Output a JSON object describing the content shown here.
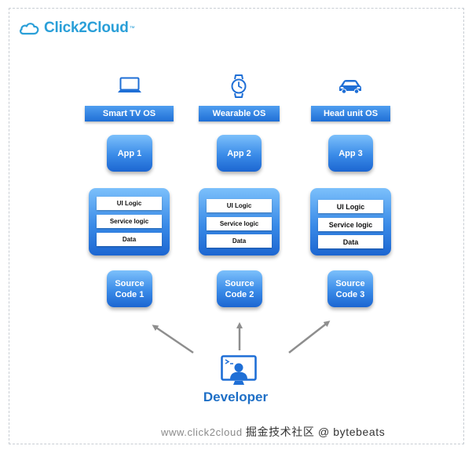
{
  "brand": {
    "name": "Click2Cloud",
    "tm": "™"
  },
  "columns": [
    {
      "os": "Smart TV OS",
      "device_icon": "laptop-icon",
      "app": "App 1",
      "layers": [
        "UI Logic",
        "Service logic",
        "Data"
      ],
      "source": [
        "Source",
        "Code 1"
      ]
    },
    {
      "os": "Wearable OS",
      "device_icon": "watch-icon",
      "app": "App 2",
      "layers": [
        "UI Logic",
        "Service logic",
        "Data"
      ],
      "source": [
        "Source",
        "Code 2"
      ]
    },
    {
      "os": "Head unit OS",
      "device_icon": "car-icon",
      "app": "App 3",
      "layers": [
        "UI Logic",
        "Service logic",
        "Data"
      ],
      "source": [
        "Source",
        "Code 3"
      ]
    }
  ],
  "developer": {
    "label": "Developer",
    "icon": "developer-monitor-icon"
  },
  "watermark": {
    "url": "www.click2cloud",
    "text": "掘金技术社区 @ bytebeats"
  },
  "colors": {
    "accent": "#2a9fd8",
    "box_blue": "#3a8be8",
    "developer_text": "#1e6fc6",
    "arrow": "#8e8e8e"
  }
}
